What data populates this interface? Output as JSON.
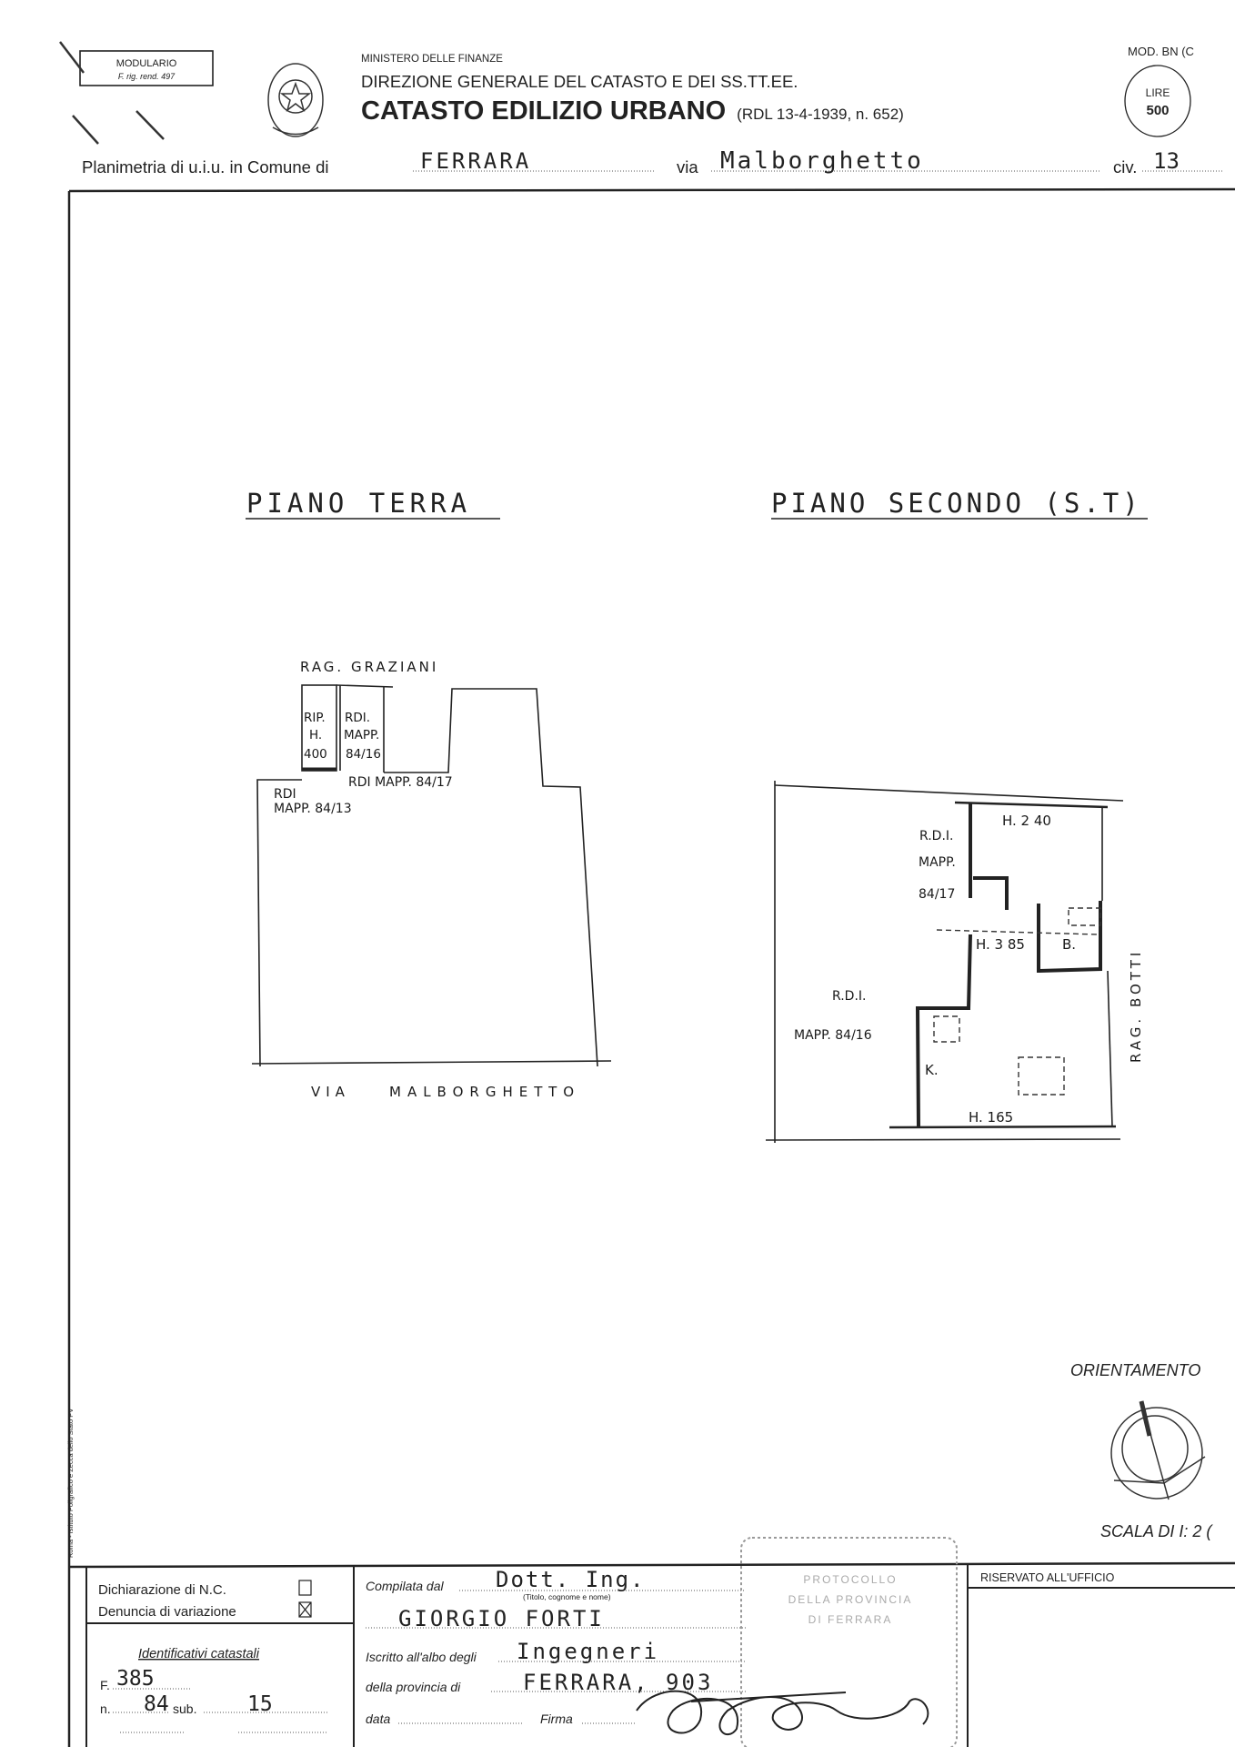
{
  "header": {
    "modulario_title": "MODULARIO",
    "modulario_sub": "F. rig. rend. 497",
    "ministry": "MINISTERO DELLE FINANZE",
    "direction": "DIREZIONE GENERALE DEL CATASTO E DEI SS.TT.EE.",
    "title": "CATASTO EDILIZIO URBANO",
    "law_ref": "(RDL 13-4-1939, n. 652)",
    "model": "MOD. BN (C",
    "stamp_currency": "LIRE",
    "stamp_value": "500"
  },
  "location": {
    "prefix": "Planimetria di u.i.u. in Comune di",
    "comune": "FERRARA",
    "via_label": "via",
    "via": "Malborghetto",
    "civ_label": "civ.",
    "civ": "13"
  },
  "plans": {
    "ground": {
      "title": "PIANO TERRA",
      "north_label": "RAG. GRAZIANI",
      "rip_lines": [
        "RIP.",
        "H.",
        "400"
      ],
      "rdi16_lines": [
        "RDI.",
        "MAPP.",
        "84/16"
      ],
      "rdi17": "RDI MAPP. 84/17",
      "rdi13_lines": [
        "RDI",
        "MAPP. 84/13"
      ],
      "street_via": "VIA",
      "street_name": "MALBORGHETTO"
    },
    "second": {
      "title": "PIANO SECONDO (S.T)",
      "h240": "H. 2 40",
      "rdi17_lines": [
        "R.D.I.",
        "MAPP.",
        "84/17"
      ],
      "h385": "H. 3 85",
      "bath": "B.",
      "rdi16_lines": [
        "R.D.I.",
        "MAPP. 84/16"
      ],
      "kitchen": "K.",
      "h165": "H. 165",
      "side_label": "RAG.  BOTTI"
    }
  },
  "orientation": {
    "label": "ORIENTAMENTO",
    "scale": "SCALA DI I: 2 ("
  },
  "printer": "Roma - Istituto Poligrafico e Zecca dello Stato  PV",
  "footer": {
    "nc_label": "Dichiarazione di N.C.",
    "nc_checked": false,
    "variation_label": "Denuncia di  variazione",
    "variation_checked": true,
    "ids_title": "Identificativi catastali",
    "foglio_label": "F.",
    "foglio": "385",
    "numero_label": "n.",
    "numero": "84",
    "sub_label": "sub.",
    "sub": "15",
    "compiled_label": "Compilata dal",
    "compiled_title": "Dott. Ing.",
    "compiled_hint": "(Titolo, cognome e nome)",
    "compiled_name": "GIORGIO  FORTI",
    "register_label": "Iscritto all'albo degli",
    "register": "Ingegneri",
    "province_label": "della provincia di",
    "province": "FERRARA, 903",
    "date_label": "data",
    "signature_label": "Firma",
    "reserved": "RISERVATO ALL'UFFICIO",
    "office_stamp_lines": [
      "PROTOCOLLO",
      "DELLA PROVINCIA",
      "DI FERRARA"
    ]
  }
}
